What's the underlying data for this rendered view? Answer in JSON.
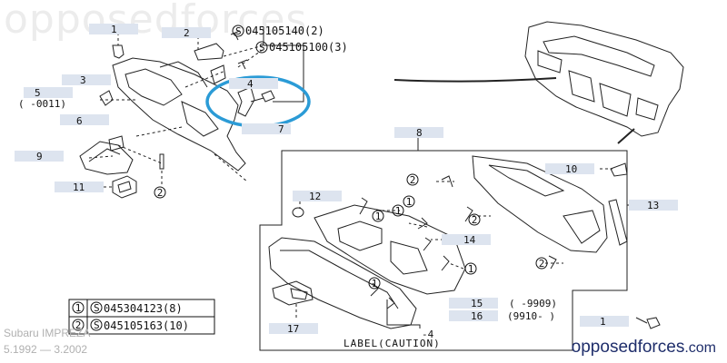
{
  "watermark": "opposedforces",
  "callouts": {
    "c1a": "1",
    "c2": "2",
    "c3": "3",
    "c4": "4",
    "c5": "5",
    "c5r": "( -0011)",
    "c6": "6",
    "c7": "7",
    "c8": "8",
    "c9": "9",
    "c10": "10",
    "c11": "11",
    "c12": "12",
    "c13": "13",
    "c14": "14",
    "c15": "15",
    "c15r": "( -9909)",
    "c16": "16",
    "c16r": "(9910- )",
    "c17": "17",
    "c1b": "1",
    "cm4": "-4"
  },
  "bolt_refs": {
    "b1": "045105140(2)",
    "b2": "045105100(3)"
  },
  "circled": {
    "one": "1",
    "two": "2"
  },
  "label_caution": "LABEL(CAUTION)",
  "legend": [
    {
      "key": "1",
      "part": "045304123(8)"
    },
    {
      "key": "2",
      "part": "045105163(10)"
    }
  ],
  "footer": {
    "model": "Subaru IMPREZA",
    "years": "5.1992 — 3.2002"
  },
  "brand": {
    "name": "opposedforces",
    "tld": ".com"
  },
  "colors": {
    "highlight": "#2b9bd6",
    "brand": "#1f2e6b",
    "label_bg": "#dde4ef"
  }
}
